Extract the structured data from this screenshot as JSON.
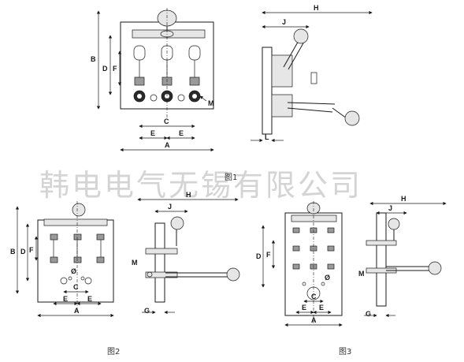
{
  "watermark": "韩电电气无锡有限公司",
  "figures": [
    {
      "caption": "图1",
      "front_dimensions": [
        "A",
        "B",
        "C",
        "D",
        "E",
        "E",
        "F",
        "M"
      ],
      "side_dimensions": [
        "H",
        "J",
        "L"
      ]
    },
    {
      "caption": "图2",
      "front_dimensions": [
        "A",
        "B",
        "C",
        "D",
        "E",
        "E",
        "F",
        "Ø"
      ],
      "side_dimensions": [
        "H",
        "J",
        "M",
        "G"
      ]
    },
    {
      "caption": "图3",
      "front_dimensions": [
        "A",
        "C",
        "D",
        "E",
        "E",
        "F",
        "M",
        "Ø"
      ],
      "side_dimensions": [
        "H",
        "J",
        "G"
      ]
    }
  ]
}
